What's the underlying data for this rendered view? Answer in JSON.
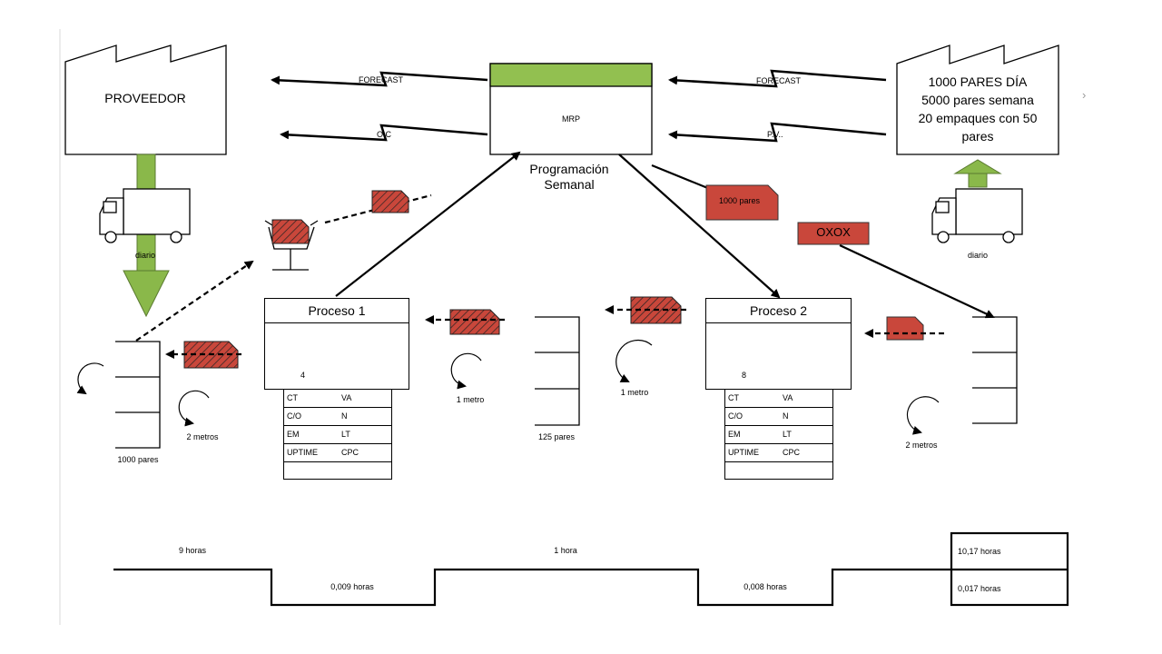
{
  "supplier": {
    "label": "PROVEEDOR"
  },
  "customer": {
    "lines": [
      "1000 PARES DÍA",
      "5000 pares semana",
      "20 empaques con 50",
      "pares"
    ]
  },
  "mrp": {
    "label": "MRP",
    "caption_lines": [
      "Programación",
      "Semanal"
    ]
  },
  "flows": {
    "forecast_left": "FORECAST",
    "oc": "O.C",
    "forecast_right": "FORECAST",
    "pv": "P.V.."
  },
  "trucks": {
    "left_label": "diario",
    "right_label": "diario"
  },
  "kanban": {
    "pares": "1000 pares",
    "oxox": "OXOX"
  },
  "processes": [
    {
      "title": "Proceso 1",
      "operators": "4",
      "rows": [
        [
          "CT",
          "VA"
        ],
        [
          "C/O",
          "N"
        ],
        [
          "EM",
          "LT"
        ],
        [
          "UPTIME",
          "CPC"
        ],
        [
          "",
          ""
        ]
      ]
    },
    {
      "title": "Proceso 2",
      "operators": "8",
      "rows": [
        [
          "CT",
          "VA"
        ],
        [
          "C/O",
          "N"
        ],
        [
          "EM",
          "LT"
        ],
        [
          "UPTIME",
          "CPC"
        ],
        [
          "",
          ""
        ]
      ]
    }
  ],
  "inventories": {
    "first_label": "1000 pares",
    "middle_label": "125 pares"
  },
  "supermarkets": {
    "s1": "2 metros",
    "s2": "1 metro",
    "s3": "1 metro",
    "s4": "2 metros"
  },
  "timeline": {
    "upper": [
      "9 horas",
      "1 hora"
    ],
    "lower": [
      "0,009 horas",
      "0,008 horas"
    ],
    "totals": [
      "10,17 horas",
      "0,017 horas"
    ]
  },
  "nav": {
    "chevron": "›"
  },
  "colors": {
    "green": "#8ab84a",
    "green_header": "#92c050",
    "red": "#c9473b"
  }
}
